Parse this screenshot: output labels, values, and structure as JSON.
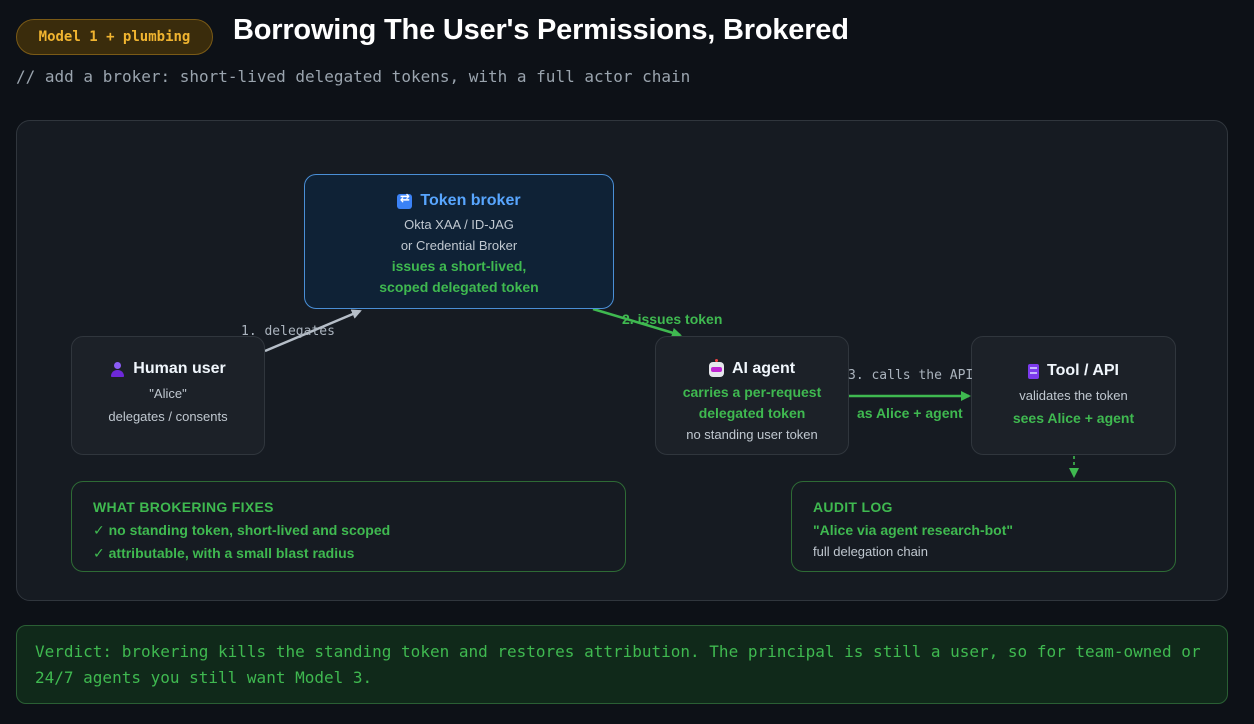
{
  "header": {
    "badge": "Model 1 + plumbing",
    "title": "Borrowing The User's Permissions, Brokered",
    "subtitle": "// add a broker: short-lived delegated tokens, with a full actor chain"
  },
  "nodes": {
    "broker": {
      "icon": "token-swap-icon",
      "title": "Token broker",
      "line1": "Okta XAA / ID-JAG",
      "line2": "or Credential Broker",
      "green1": "issues a short-lived,",
      "green2": "scoped delegated token"
    },
    "human": {
      "icon": "user-icon",
      "title": "Human user",
      "line1": "\"Alice\"",
      "line2": "delegates / consents"
    },
    "agent": {
      "icon": "robot-icon",
      "title": "AI agent",
      "green1": "carries a per-request",
      "green2": "delegated token",
      "muted": "no standing user token"
    },
    "tool": {
      "icon": "database-icon",
      "title": "Tool / API",
      "line1": "validates the token",
      "green1": "sees Alice + agent"
    }
  },
  "edges": {
    "delegates": "1. delegates",
    "issues": "2. issues token",
    "calls": "3. calls the API",
    "calls_sub": "as Alice + agent"
  },
  "fixes": {
    "caption": "WHAT BROKERING FIXES",
    "items": [
      "✓ no standing token, short-lived and scoped",
      "✓ attributable, with a small blast radius"
    ]
  },
  "audit": {
    "caption": "AUDIT LOG",
    "entry": "\"Alice via agent research-bot\"",
    "note": "full delegation chain"
  },
  "verdict": "Verdict: brokering kills the standing token and restores attribution. The principal is still a user, so for team-owned or 24/7 agents you still want Model 3.",
  "colors": {
    "background": "#0d1117",
    "panel": "#161b22",
    "accent_green": "#3fb950",
    "accent_blue": "#58a6ff",
    "badge": "#f0b430"
  }
}
